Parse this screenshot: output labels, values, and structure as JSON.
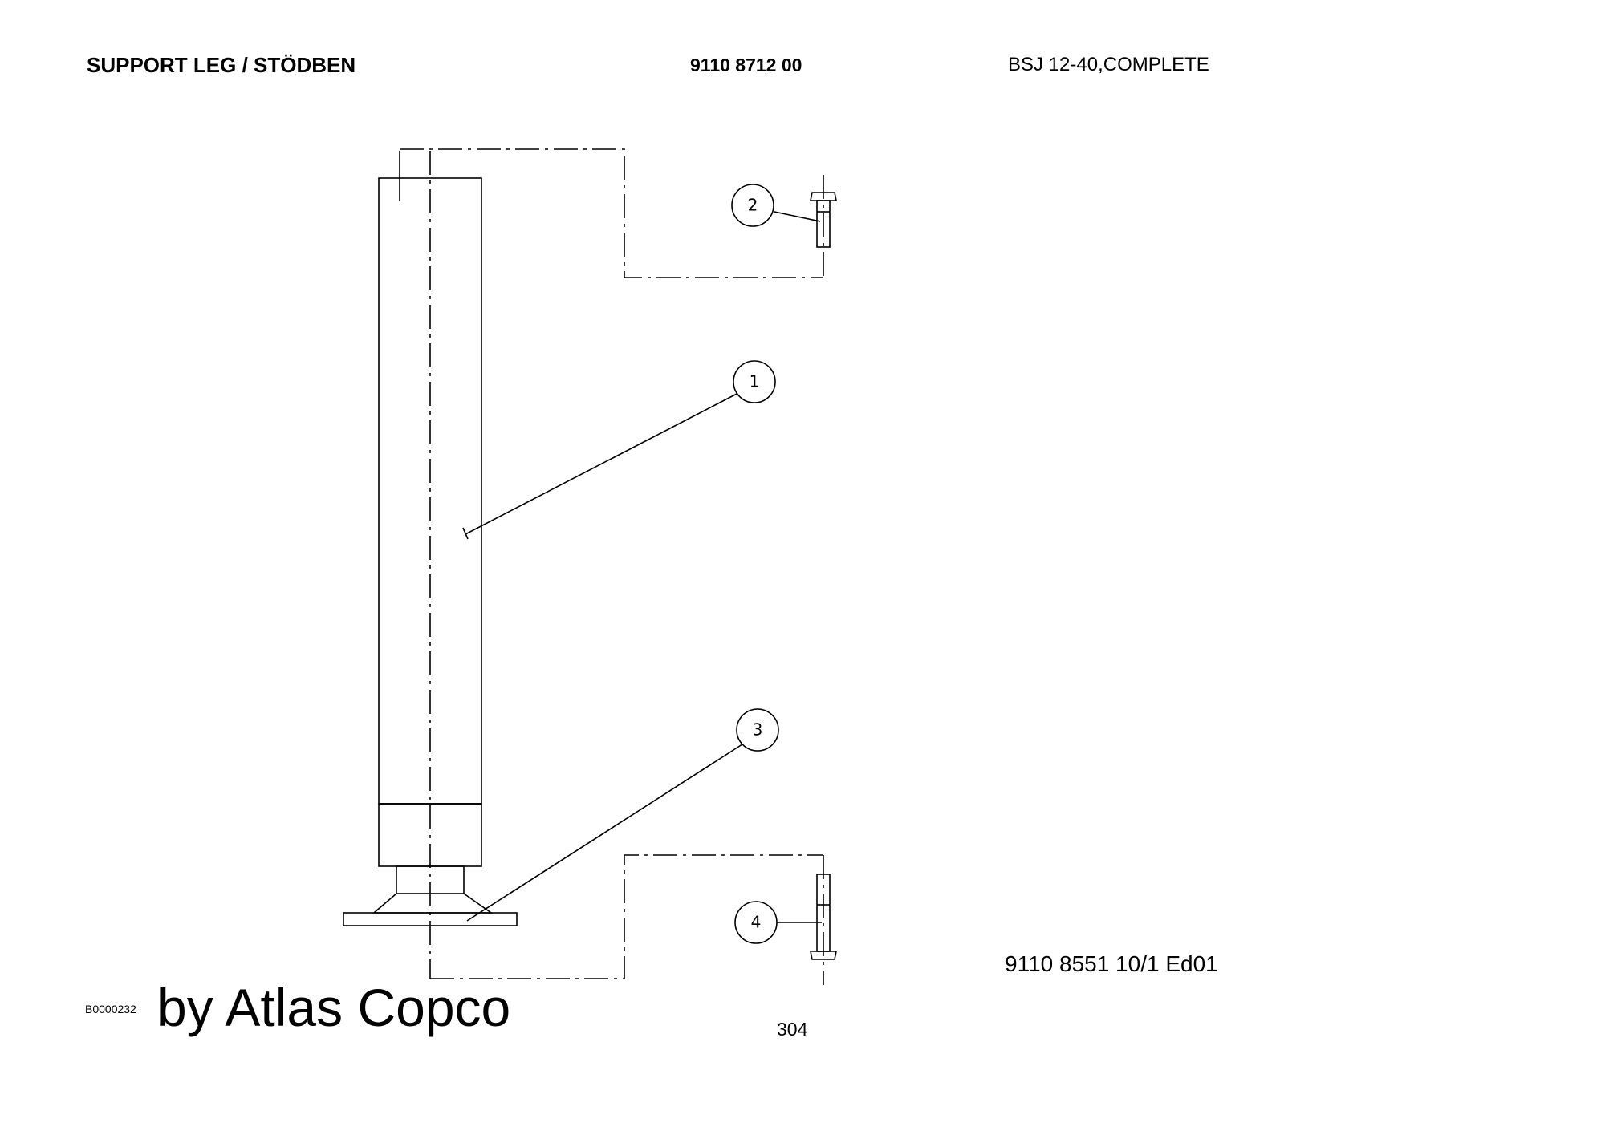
{
  "header": {
    "title": "SUPPORT LEG / STÖDBEN",
    "part_number": "9110 8712 00",
    "model": "BSJ 12-40,COMPLETE"
  },
  "footer": {
    "document_ref": "9110 8551 10/1  Ed01",
    "page_number": "304",
    "image_id": "B0000232",
    "brand": "by Atlas Copco"
  },
  "callouts": {
    "c1": "1",
    "c2": "2",
    "c3": "3",
    "c4": "4"
  }
}
